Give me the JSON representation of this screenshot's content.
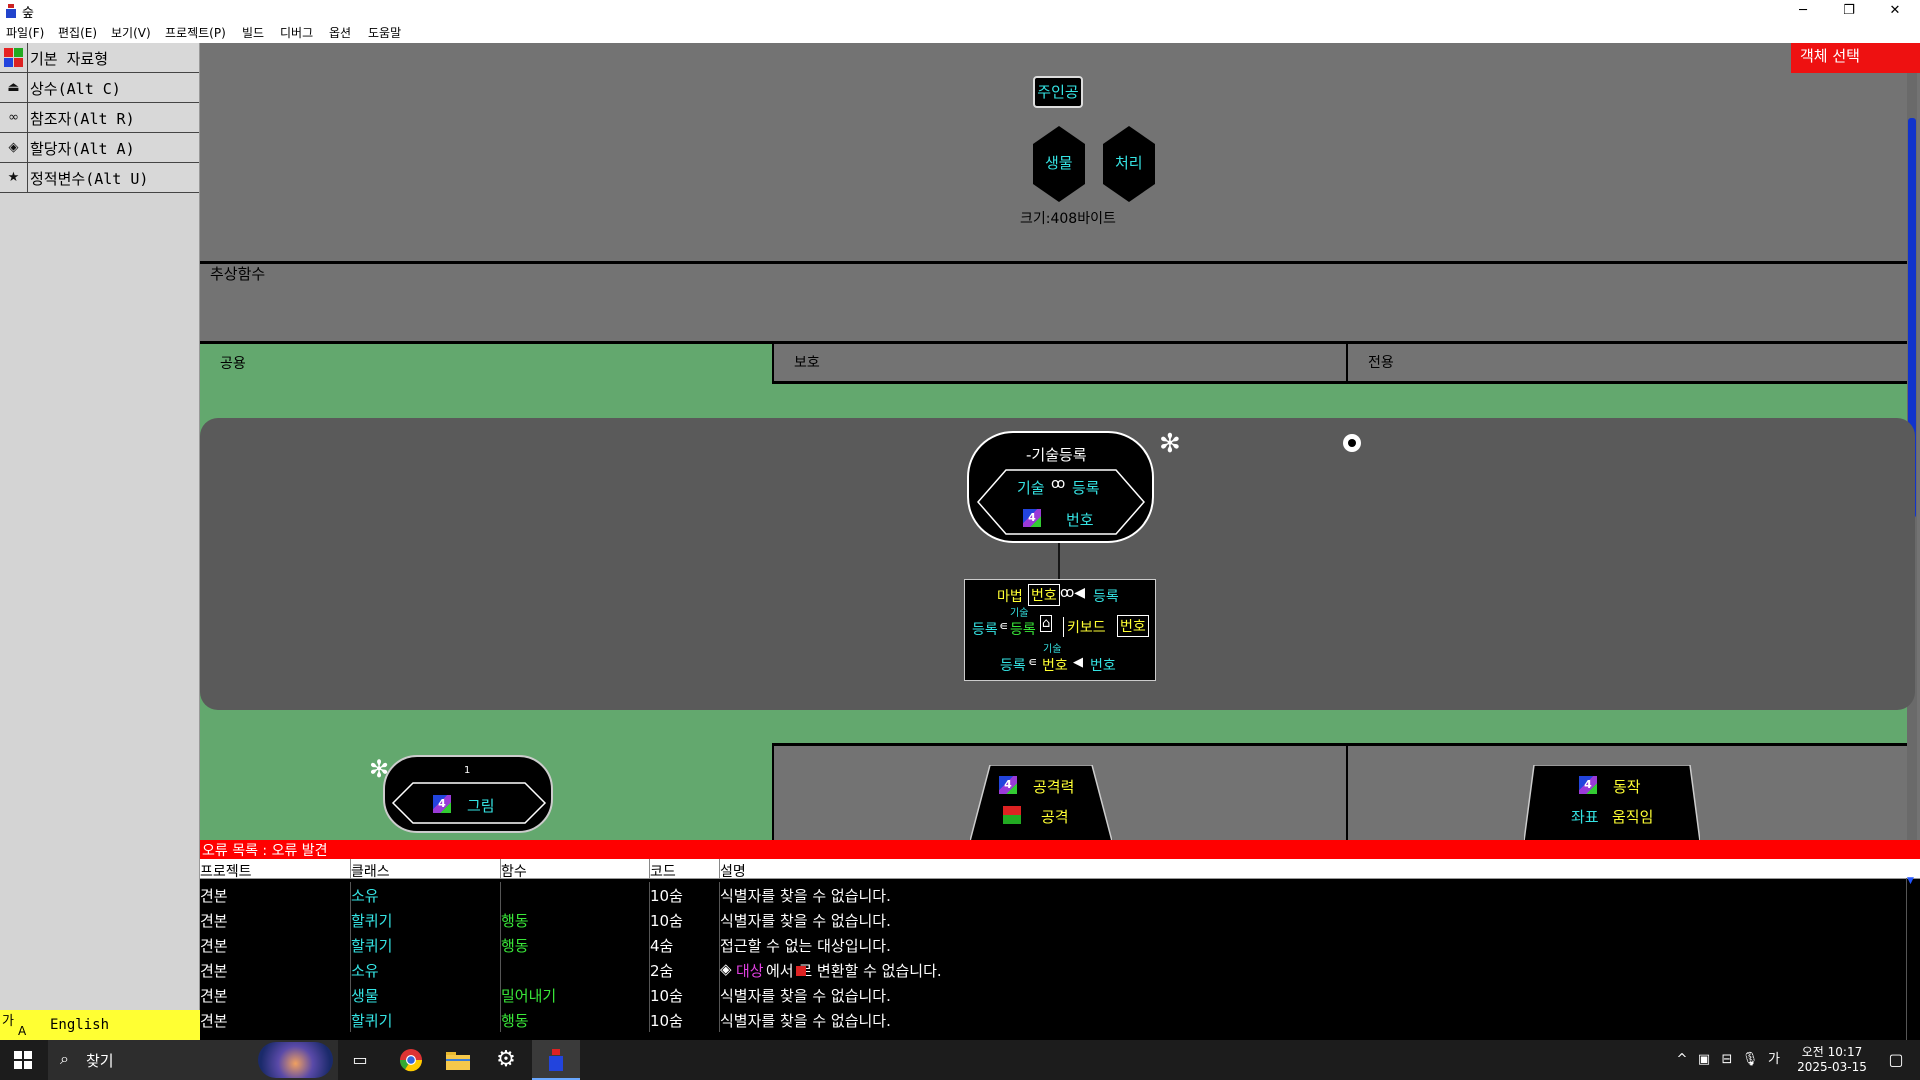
{
  "window": {
    "title": "숲",
    "minimize": "─",
    "restore": "❐",
    "close": "✕"
  },
  "menu": [
    "파일(F)",
    "편집(E)",
    "보기(V)",
    "프로젝트(P)",
    "빌드",
    "디버그",
    "옵션",
    "도움말"
  ],
  "left_panel": {
    "items": [
      {
        "icon": "color-squares-icon",
        "label": "기본 자료형"
      },
      {
        "icon": "constant-icon",
        "label": "상수(Alt C)"
      },
      {
        "icon": "reference-icon",
        "label": "참조자(Alt R)"
      },
      {
        "icon": "allocator-cube-icon",
        "label": "할당자(Alt A)"
      },
      {
        "icon": "star-icon",
        "label": "정적변수(Alt U)"
      }
    ]
  },
  "ime": {
    "hangul": "가",
    "mode": "A",
    "language": "English"
  },
  "canvas": {
    "select_badge": "객체 선택",
    "class_name": "주인공",
    "parents": [
      "생물",
      "처리"
    ],
    "size_label": "크기:408바이트",
    "abstract_section": "추상함수",
    "access_sections": {
      "public": "공용",
      "protected": "보호",
      "private": "전용"
    },
    "method": {
      "title": "-기술등록",
      "param_left": "기술",
      "param_right": "등록",
      "param_num_type": "4",
      "param_num_name": "번호"
    },
    "code_block": {
      "line1": {
        "a": "마법",
        "b": "번호",
        "c": "등록"
      },
      "line2": {
        "a": "등록",
        "b": "등록",
        "sup": "기술",
        "c": "키보드",
        "d": "번호"
      },
      "line3": {
        "a": "등록",
        "sup": "기술",
        "b": "번호",
        "c": "번호"
      }
    },
    "small_func": {
      "index": "1",
      "type_num": "4",
      "name": "그림"
    },
    "protected_field": {
      "type_num": "4",
      "name1": "공격력",
      "name2": "공격"
    },
    "private_field": {
      "type_num": "4",
      "name1": "동작",
      "name2a": "좌표",
      "name2b": "움직임"
    }
  },
  "errors": {
    "header": "오류 목록 : 오류 발견",
    "columns": [
      "프로젝트",
      "클래스",
      "함수",
      "코드",
      "설명"
    ],
    "rows": [
      {
        "project": "견본",
        "class": "소유",
        "func": "",
        "code": "10숨",
        "desc": "식별자를 찾을 수 없습니다."
      },
      {
        "project": "견본",
        "class": "할퀴기",
        "func": "행동",
        "code": "10숨",
        "desc": "식별자를 찾을 수 없습니다."
      },
      {
        "project": "견본",
        "class": "할퀴기",
        "func": "행동",
        "code": "4숨",
        "desc": "접근할 수 없는 대상입니다."
      },
      {
        "project": "견본",
        "class": "소유",
        "func": "",
        "code": "2숨",
        "desc_target": "대상",
        "desc": "에서   로 변환할 수 없습니다."
      },
      {
        "project": "견본",
        "class": "생물",
        "func": "밀어내기",
        "code": "10숨",
        "desc": "식별자를 찾을 수 없습니다."
      },
      {
        "project": "견본",
        "class": "할퀴기",
        "func": "행동",
        "code": "10숨",
        "desc": "식별자를 찾을 수 없습니다."
      }
    ]
  },
  "taskbar": {
    "search_placeholder": "찾기",
    "time": "오전 10:17",
    "date": "2025-03-15",
    "ime": "가"
  },
  "colors": {
    "canvas_bg": "#737373",
    "section_green": "#63a86e",
    "dark_block": "#5a5a5a",
    "error_red": "#ff0000",
    "badge_red": "#ee1111",
    "scroll_blue": "#1133cc"
  }
}
